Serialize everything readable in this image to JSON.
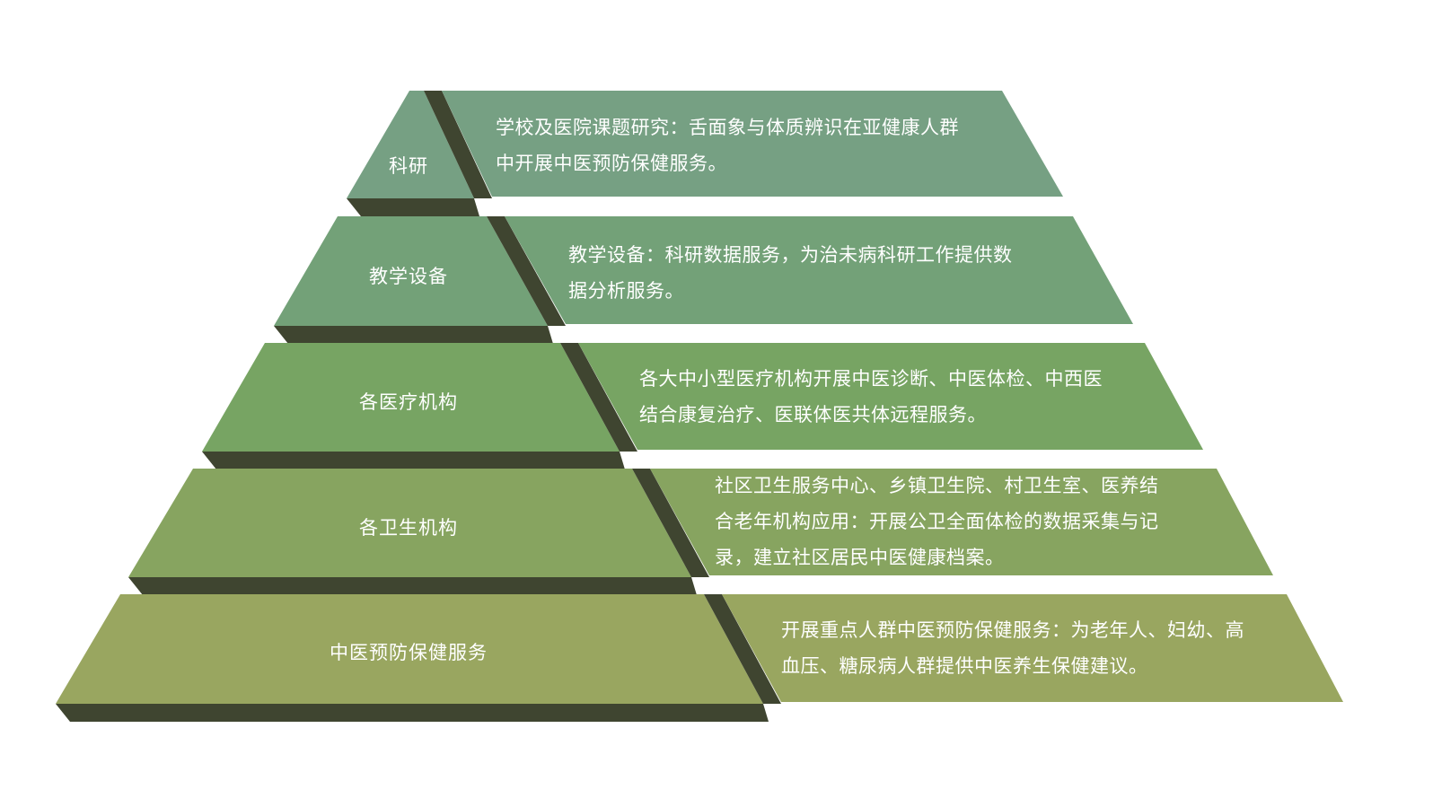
{
  "colors": {
    "shadow": "#3f4530",
    "tier_1": "#76a083",
    "tier_2": "#73a178",
    "tier_3": "#77a463",
    "tier_4": "#87a460",
    "tier_5": "#99a660",
    "text": "#ffffff"
  },
  "tiers": [
    {
      "label": "科研",
      "lines": [
        "学校及医院课题研究：舌面象与体质辨识在亚健康人群",
        "中开展中医预防保健服务。"
      ]
    },
    {
      "label": "教学设备",
      "lines": [
        "教学设备：科研数据服务，为治未病科研工作提供数",
        "据分析服务。"
      ]
    },
    {
      "label": "各医疗机构",
      "lines": [
        "各大中小型医疗机构开展中医诊断、中医体检、中西医",
        "结合康复治疗、医联体医共体远程服务。"
      ]
    },
    {
      "label": "各卫生机构",
      "lines": [
        "社区卫生服务中心、乡镇卫生院、村卫生室、医养结",
        "合老年机构应用：开展公卫全面体检的数据采集与记",
        "录，建立社区居民中医健康档案。"
      ]
    },
    {
      "label": "中医预防保健服务",
      "lines": [
        "开展重点人群中医预防保健服务：为老年人、妇幼、高",
        "血压、糖尿病人群提供中医养生保健建议。"
      ]
    }
  ]
}
